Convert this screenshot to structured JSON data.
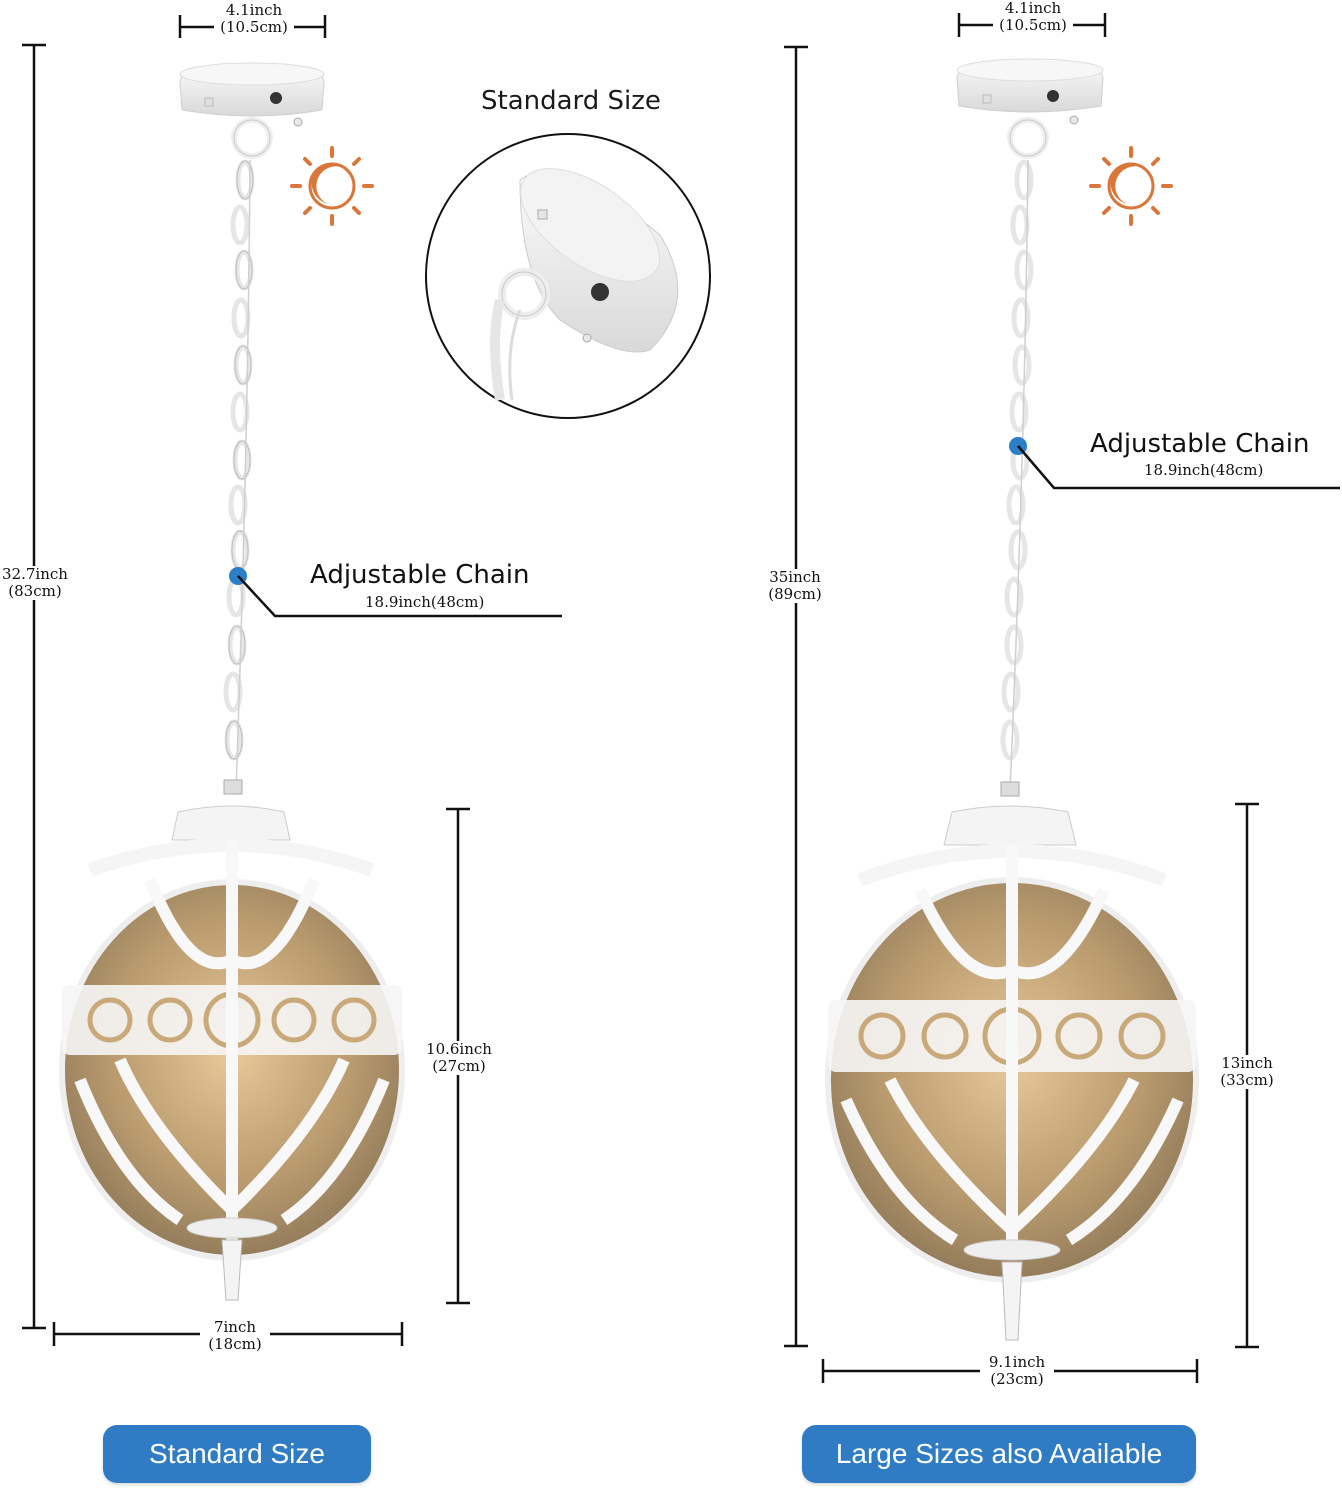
{
  "left": {
    "top_width": {
      "value": "4.1inch",
      "metric": "(10.5cm)"
    },
    "total_height": {
      "value": "32.7inch",
      "metric": "(83cm)"
    },
    "chain": {
      "label": "Adjustable Chain",
      "value": "18.9inch",
      "metric": "(48cm)"
    },
    "shade_height": {
      "value": "10.6inch",
      "metric": "(27cm)"
    },
    "shade_width": {
      "value": "7inch",
      "metric": "(18cm)"
    },
    "button_label": "Standard Size"
  },
  "inset": {
    "title": "Standard Size"
  },
  "right": {
    "top_width": {
      "value": "4.1inch",
      "metric": "(10.5cm)"
    },
    "total_height": {
      "value": "35inch",
      "metric": "(89cm)"
    },
    "chain": {
      "label": "Adjustable Chain",
      "value": "18.9inch",
      "metric": "(48cm)"
    },
    "shade_height": {
      "value": "13inch",
      "metric": "(33cm)"
    },
    "shade_width": {
      "value": "9.1inch",
      "metric": "(23cm)"
    },
    "button_label": "Large Sizes also Available"
  },
  "colors": {
    "accent_blue": "#2f7cc4",
    "dot_blue": "#2b7fc8",
    "sun_orange": "#d9763a",
    "glass_amber": "#b89a6e",
    "metal_white": "#f2f2f2"
  },
  "icons": [
    "sun-moon-icon",
    "sun-moon-icon"
  ]
}
